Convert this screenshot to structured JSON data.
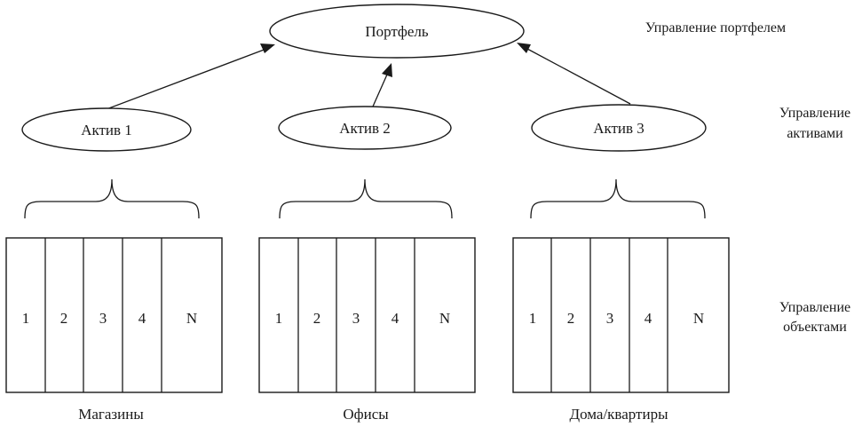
{
  "diagram": {
    "root": {
      "label": "Портфель"
    },
    "assets": [
      {
        "label": "Актив 1",
        "category": "Магазины",
        "cells": [
          "1",
          "2",
          "3",
          "4",
          "N"
        ]
      },
      {
        "label": "Актив 2",
        "category": "Офисы",
        "cells": [
          "1",
          "2",
          "3",
          "4",
          "N"
        ]
      },
      {
        "label": "Актив 3",
        "category": "Дома/квартиры",
        "cells": [
          "1",
          "2",
          "3",
          "4",
          "N"
        ]
      }
    ],
    "levels": {
      "portfolio": [
        "Управление портфелем"
      ],
      "assets": [
        "Управление",
        "активами"
      ],
      "objects": [
        "Управление",
        "объектами"
      ]
    }
  }
}
